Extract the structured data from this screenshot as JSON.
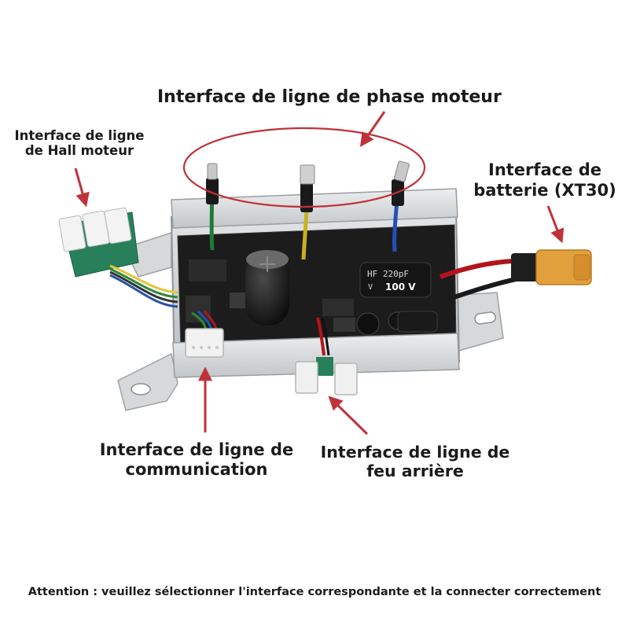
{
  "labels": {
    "phase": "Interface de ligne de phase moteur",
    "hall": [
      "Interface de ligne",
      "de Hall moteur"
    ],
    "battery": [
      "Interface de",
      "batterie (XT30)"
    ],
    "communication": [
      "Interface de ligne de",
      "communication"
    ],
    "tail_light": [
      "Interface de ligne de",
      "feu arrière"
    ]
  },
  "capacitor": {
    "marking": "HF 220pF",
    "voltage": "100 V",
    "letter": "V"
  },
  "footer": "Attention : veuillez sélectionner l'interface correspondante et la connecter correctement",
  "colors": {
    "annotation": "#c0323a",
    "text": "#1b1b1b",
    "housing": "#cfd1d3"
  }
}
